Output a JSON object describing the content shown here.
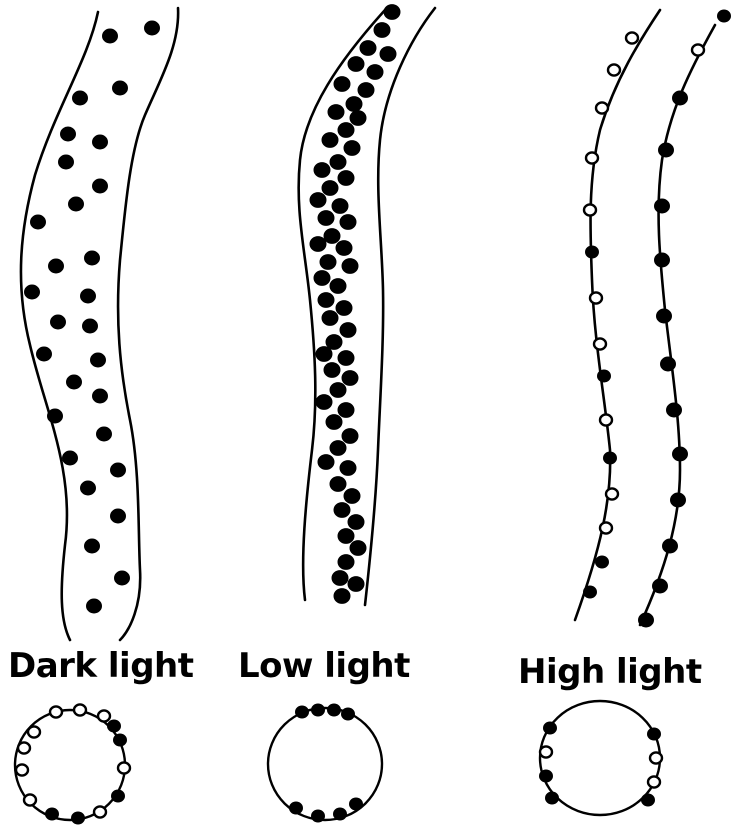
{
  "panels": [
    {
      "id": "dark",
      "label": "Dark light"
    },
    {
      "id": "low",
      "label": "Low light"
    },
    {
      "id": "high",
      "label": "High light"
    }
  ],
  "colors": {
    "ink": "#000000",
    "background": "#ffffff"
  }
}
